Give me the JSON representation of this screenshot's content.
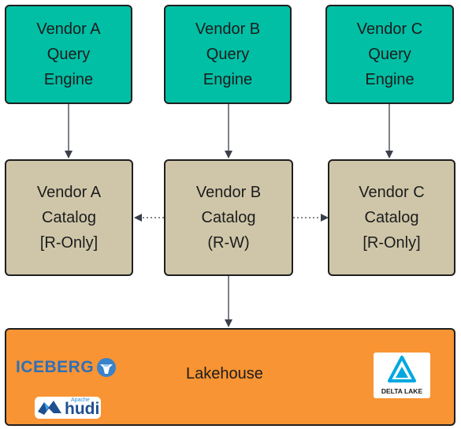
{
  "engines": [
    {
      "lines": [
        "Vendor A",
        "Query",
        "Engine"
      ]
    },
    {
      "lines": [
        "Vendor B",
        "Query",
        "Engine"
      ]
    },
    {
      "lines": [
        "Vendor C",
        "Query",
        "Engine"
      ]
    }
  ],
  "catalogs": [
    {
      "lines": [
        "Vendor A",
        "Catalog",
        "[R-Only]"
      ]
    },
    {
      "lines": [
        "Vendor B",
        "Catalog",
        "(R-W)"
      ]
    },
    {
      "lines": [
        "Vendor C",
        "Catalog",
        "[R-Only]"
      ]
    }
  ],
  "lakehouse": {
    "label": "Lakehouse",
    "logos": {
      "iceberg": "ICEBERG",
      "hudi_apache": "Apache",
      "hudi": "hudi",
      "delta": "DELTA LAKE"
    }
  },
  "colors": {
    "engine": "#00bfa5",
    "catalog": "#cfc6a9",
    "lakehouse": "#f89433",
    "arrow": "#3a3f4b"
  }
}
